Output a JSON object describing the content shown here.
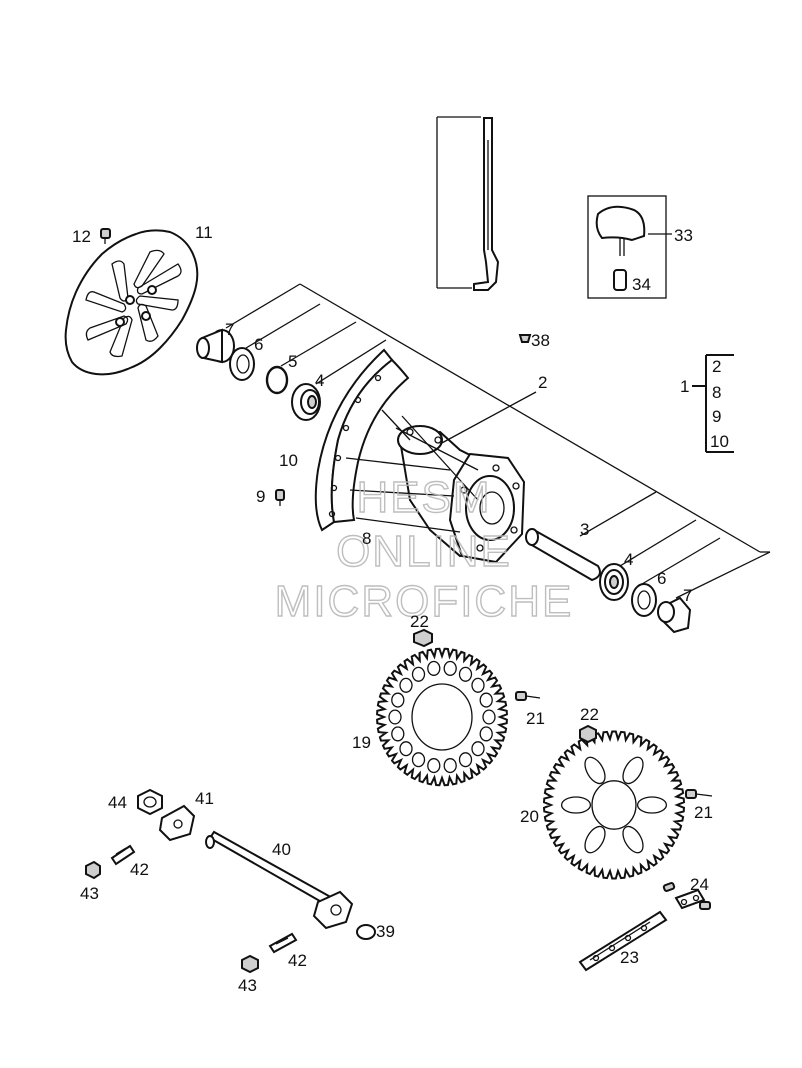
{
  "watermark": {
    "line1": "HESM",
    "line2": "ONLINE",
    "line3": "MICROFICHE"
  },
  "callouts": [
    {
      "id": "c12",
      "text": "12"
    },
    {
      "id": "c11",
      "text": "11"
    },
    {
      "id": "c7a",
      "text": "7"
    },
    {
      "id": "c6a",
      "text": "6"
    },
    {
      "id": "c5",
      "text": "5"
    },
    {
      "id": "c4a",
      "text": "4"
    },
    {
      "id": "c2",
      "text": "2"
    },
    {
      "id": "c10",
      "text": "10"
    },
    {
      "id": "c9",
      "text": "9"
    },
    {
      "id": "c8",
      "text": "8"
    },
    {
      "id": "c3",
      "text": "3"
    },
    {
      "id": "c4b",
      "text": "4"
    },
    {
      "id": "c6b",
      "text": "6"
    },
    {
      "id": "c7b",
      "text": "7"
    },
    {
      "id": "c33",
      "text": "33"
    },
    {
      "id": "c34",
      "text": "34"
    },
    {
      "id": "c38",
      "text": "38"
    },
    {
      "id": "c1",
      "text": "1"
    },
    {
      "id": "c22a",
      "text": "22"
    },
    {
      "id": "c21a",
      "text": "21"
    },
    {
      "id": "c19",
      "text": "19"
    },
    {
      "id": "c22b",
      "text": "22"
    },
    {
      "id": "c21b",
      "text": "21"
    },
    {
      "id": "c20",
      "text": "20"
    },
    {
      "id": "c24",
      "text": "24"
    },
    {
      "id": "c23",
      "text": "23"
    },
    {
      "id": "c44",
      "text": "44"
    },
    {
      "id": "c41",
      "text": "41"
    },
    {
      "id": "c40",
      "text": "40"
    },
    {
      "id": "c42a",
      "text": "42"
    },
    {
      "id": "c43a",
      "text": "43"
    },
    {
      "id": "c39",
      "text": "39"
    },
    {
      "id": "c42b",
      "text": "42"
    },
    {
      "id": "c43b",
      "text": "43"
    }
  ],
  "group_1_members": [
    "2",
    "8",
    "9",
    "10"
  ]
}
